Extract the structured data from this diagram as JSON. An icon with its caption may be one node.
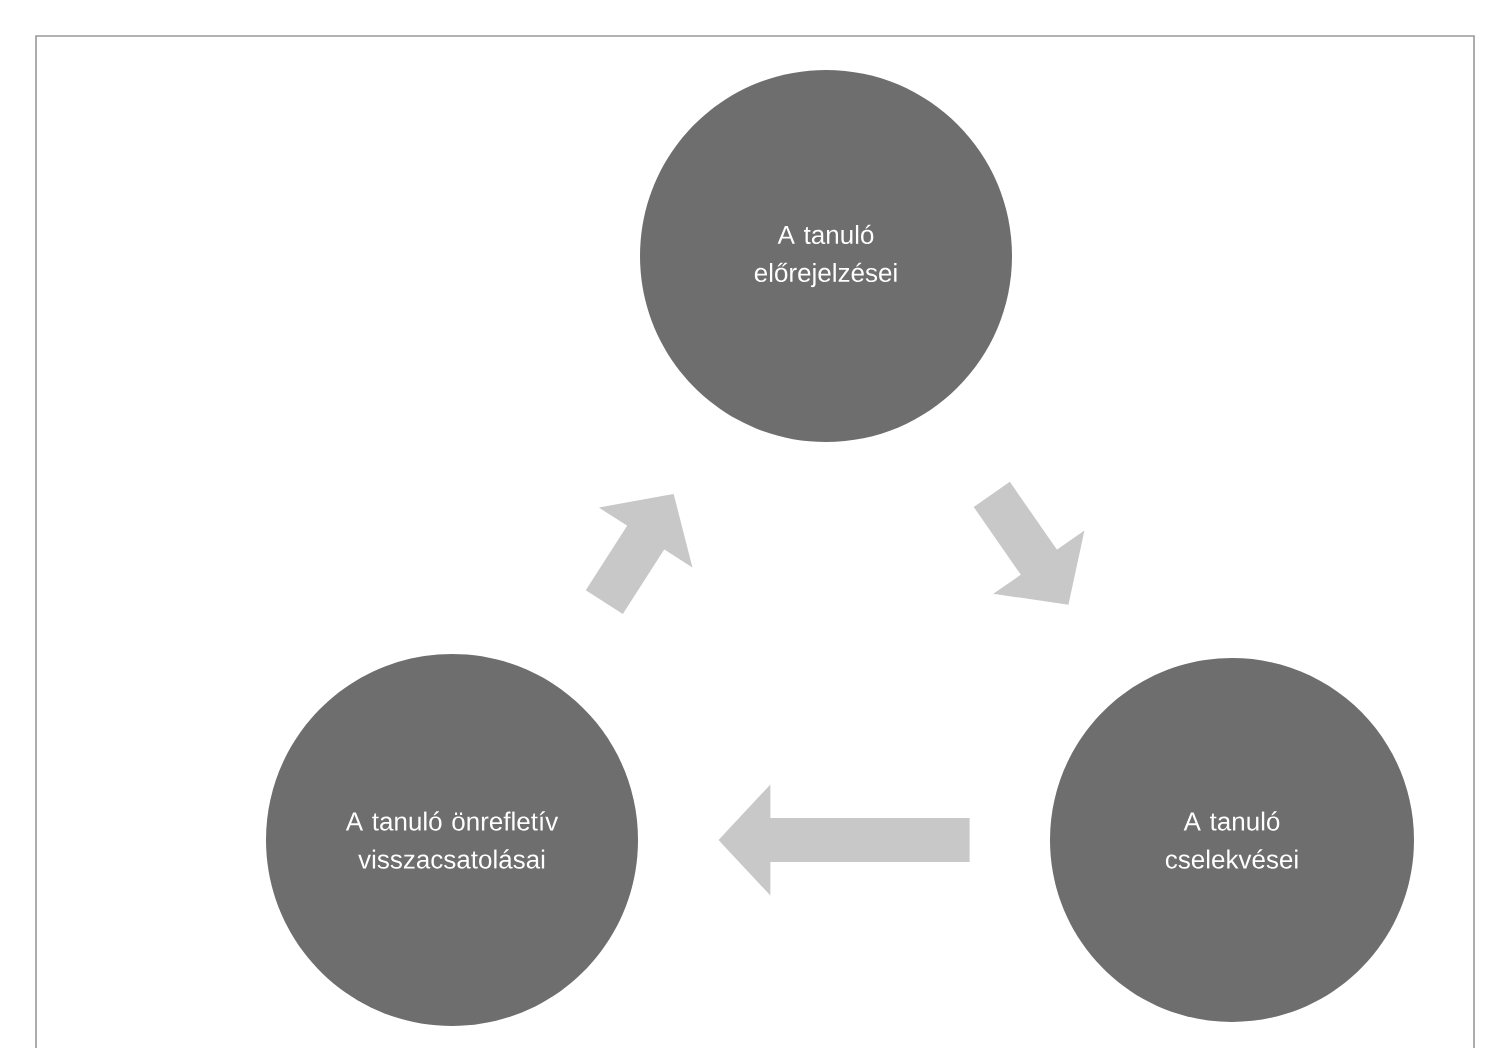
{
  "diagram": {
    "nodes": [
      {
        "text": [
          "A tanuló előrejelzései"
        ]
      },
      {
        "text": [
          "A tanuló cselekvései"
        ]
      },
      {
        "text": [
          "A tanuló önrefletív visszacsatolásai"
        ]
      }
    ],
    "edges": [
      {
        "from": 0,
        "to": 1,
        "arrow": "to"
      },
      {
        "from": 1,
        "to": 2,
        "arrow": "to"
      },
      {
        "from": 2,
        "to": 0,
        "arrow": "to"
      }
    ]
  }
}
